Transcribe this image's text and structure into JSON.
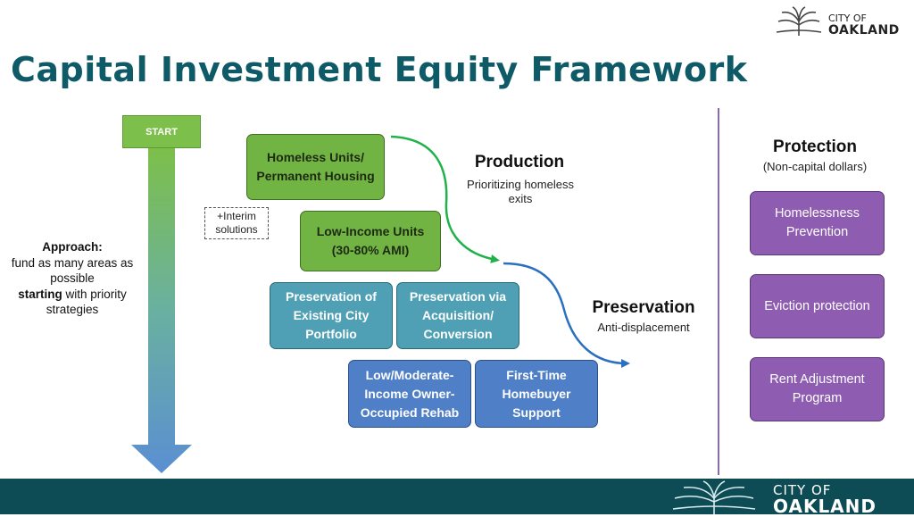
{
  "title": "Capital Investment Equity Framework",
  "logo": {
    "line1": "CITY OF",
    "line2": "OAKLAND"
  },
  "start_label": "START",
  "approach": {
    "label": "Approach:",
    "text1": "fund as many areas as possible",
    "bold": "starting",
    "text2": "with priority strategies"
  },
  "interim": "+Interim solutions",
  "production": {
    "heading": "Production",
    "sub": "Prioritizing homeless exits"
  },
  "preservation": {
    "heading": "Preservation",
    "sub": "Anti-displacement"
  },
  "protection": {
    "heading": "Protection",
    "sub": "(Non-capital dollars)"
  },
  "boxes": {
    "homeless": "Homeless Units/ Permanent Housing",
    "low_income": "Low-Income Units (30-80% AMI)",
    "preservation_existing": "Preservation of Existing City Portfolio",
    "preservation_acq": "Preservation via Acquisition/ Conversion",
    "owner_rehab": "Low/Moderate-Income Owner-Occupied Rehab",
    "homebuyer": "First-Time Homebuyer Support"
  },
  "protection_items": [
    "Homelessness Prevention",
    "Eviction protection",
    "Rent Adjustment Program"
  ],
  "colors": {
    "title": "#0e5a66",
    "green": "#72b443",
    "teal": "#4fa0b4",
    "blue": "#4f7fc6",
    "purple": "#8e5db1",
    "footer": "#0e4c55"
  },
  "icons": [
    "oak-tree-logo-icon",
    "gradient-down-arrow-icon",
    "curved-green-arrow-icon",
    "curved-blue-arrow-icon"
  ]
}
